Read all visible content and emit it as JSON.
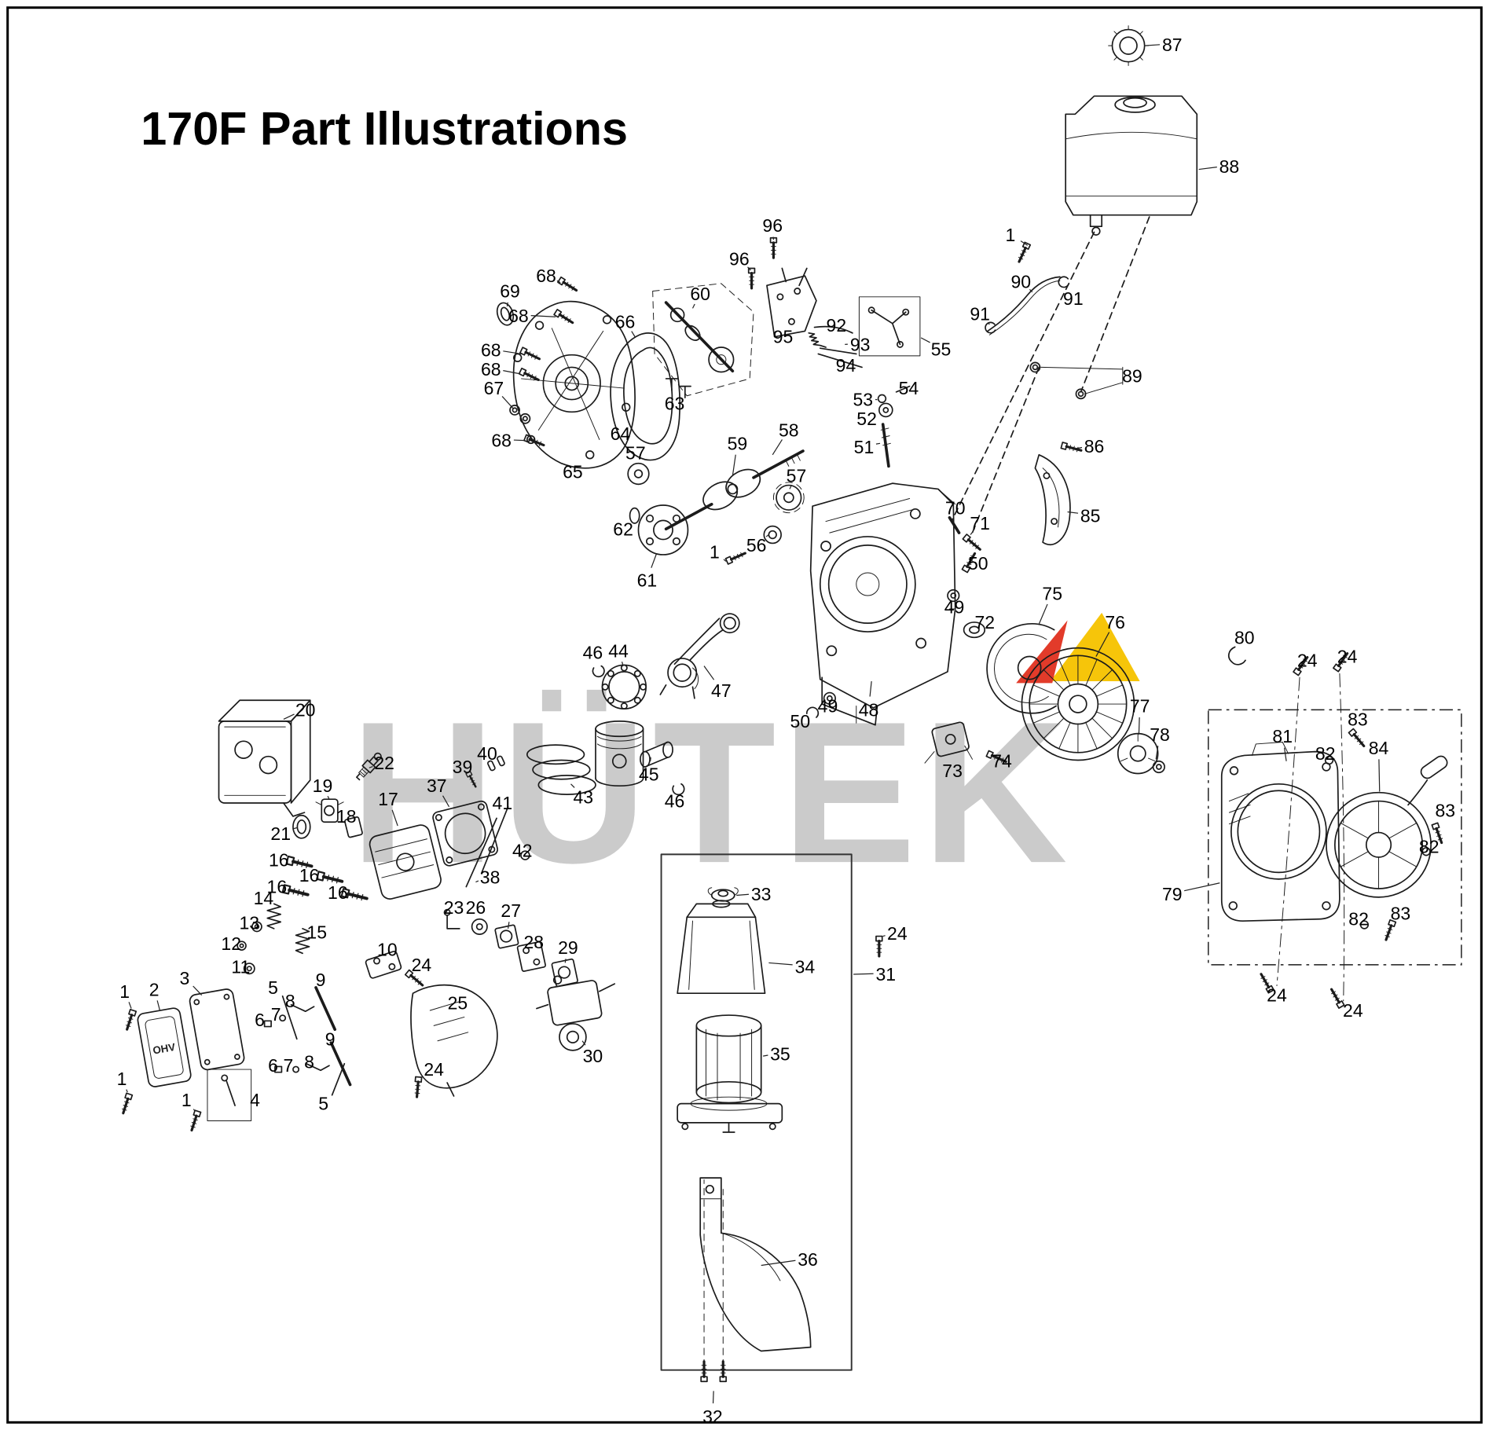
{
  "title": "170F Part Illustrations",
  "watermark": "HÜTEK",
  "labels": {
    "ohv": "OHV"
  },
  "colors": {
    "ink": "#1b1b1b",
    "watermark_gray": "#c7c7c7",
    "accent_yellow": "#f6c50a",
    "accent_red": "#e23b2a",
    "background": "#ffffff"
  },
  "callout_fields": [
    "label",
    "x",
    "y",
    "target_x",
    "target_y"
  ],
  "callouts": [
    [
      "87",
      1232,
      47,
      1203,
      48
    ],
    [
      "88",
      1292,
      175,
      1260,
      178
    ],
    [
      "96",
      812,
      237,
      813,
      252
    ],
    [
      "96",
      777,
      272,
      789,
      284
    ],
    [
      "1",
      1062,
      247,
      1080,
      258
    ],
    [
      "90",
      1073,
      296,
      1085,
      307
    ],
    [
      "91",
      1128,
      314,
      1119,
      302
    ],
    [
      "91",
      1030,
      330,
      1040,
      341
    ],
    [
      "68",
      574,
      290,
      589,
      297
    ],
    [
      "69",
      536,
      306,
      533,
      322
    ],
    [
      "68",
      545,
      332,
      584,
      333
    ],
    [
      "60",
      736,
      309,
      728,
      324
    ],
    [
      "95",
      823,
      354,
      826,
      340
    ],
    [
      "92",
      879,
      342,
      872,
      348
    ],
    [
      "93",
      904,
      362,
      888,
      362
    ],
    [
      "55",
      989,
      367,
      968,
      355
    ],
    [
      "94",
      889,
      384,
      884,
      378
    ],
    [
      "68",
      516,
      368,
      548,
      372
    ],
    [
      "68",
      516,
      388,
      547,
      393
    ],
    [
      "67",
      519,
      408,
      540,
      430
    ],
    [
      "66",
      657,
      338,
      668,
      355
    ],
    [
      "63",
      709,
      424,
      709,
      408
    ],
    [
      "54",
      955,
      408,
      948,
      408
    ],
    [
      "53",
      907,
      420,
      922,
      420
    ],
    [
      "52",
      911,
      440,
      924,
      436
    ],
    [
      "51",
      908,
      470,
      925,
      466
    ],
    [
      "89",
      1190,
      395,
      1180,
      395
    ],
    [
      "86",
      1150,
      469,
      1128,
      472
    ],
    [
      "68",
      527,
      463,
      552,
      463
    ],
    [
      "65",
      602,
      496,
      600,
      488
    ],
    [
      "64",
      652,
      456,
      662,
      452
    ],
    [
      "57",
      668,
      476,
      671,
      488
    ],
    [
      "58",
      829,
      452,
      812,
      478
    ],
    [
      "59",
      775,
      466,
      770,
      500
    ],
    [
      "85",
      1146,
      542,
      1122,
      538
    ],
    [
      "57",
      837,
      500,
      830,
      514
    ],
    [
      "62",
      655,
      556,
      666,
      548
    ],
    [
      "70",
      1004,
      534,
      1002,
      546
    ],
    [
      "71",
      1030,
      550,
      1020,
      562
    ],
    [
      "61",
      680,
      610,
      690,
      582
    ],
    [
      "1",
      751,
      580,
      763,
      590
    ],
    [
      "56",
      795,
      573,
      808,
      562
    ],
    [
      "50",
      1028,
      592,
      1018,
      600
    ],
    [
      "49",
      1003,
      638,
      1002,
      628
    ],
    [
      "72",
      1035,
      654,
      1028,
      660
    ],
    [
      "75",
      1106,
      624,
      1092,
      656
    ],
    [
      "76",
      1172,
      654,
      1152,
      690
    ],
    [
      "80",
      1308,
      670,
      1302,
      682
    ],
    [
      "24",
      1374,
      694,
      1368,
      704
    ],
    [
      "24",
      1416,
      690,
      1410,
      700
    ],
    [
      "46",
      623,
      686,
      628,
      698
    ],
    [
      "44",
      650,
      684,
      655,
      700
    ],
    [
      "47",
      758,
      726,
      740,
      700
    ],
    [
      "48",
      913,
      746,
      916,
      716
    ],
    [
      "49",
      870,
      742,
      872,
      734
    ],
    [
      "50",
      841,
      758,
      852,
      754
    ],
    [
      "20",
      321,
      746,
      298,
      756
    ],
    [
      "77",
      1198,
      742,
      1197,
      772
    ],
    [
      "78",
      1219,
      772,
      1215,
      798
    ],
    [
      "81",
      1348,
      774,
      1352,
      800
    ],
    [
      "83",
      1427,
      756,
      1422,
      766
    ],
    [
      "82",
      1393,
      792,
      1396,
      797
    ],
    [
      "84",
      1449,
      786,
      1450,
      832
    ],
    [
      "22",
      404,
      802,
      388,
      807
    ],
    [
      "19",
      339,
      826,
      346,
      840
    ],
    [
      "37",
      459,
      826,
      472,
      848
    ],
    [
      "39",
      486,
      806,
      494,
      813
    ],
    [
      "40",
      512,
      792,
      518,
      802
    ],
    [
      "41",
      528,
      844,
      530,
      851
    ],
    [
      "43",
      613,
      838,
      600,
      824
    ],
    [
      "45",
      682,
      814,
      684,
      796
    ],
    [
      "46",
      709,
      842,
      712,
      830
    ],
    [
      "21",
      295,
      876,
      312,
      870
    ],
    [
      "18",
      364,
      858,
      371,
      864
    ],
    [
      "17",
      408,
      840,
      418,
      868
    ],
    [
      "16",
      293,
      904,
      303,
      908
    ],
    [
      "16",
      325,
      920,
      335,
      924
    ],
    [
      "42",
      549,
      894,
      552,
      899
    ],
    [
      "38",
      515,
      922,
      500,
      927
    ],
    [
      "83",
      1519,
      852,
      1513,
      864
    ],
    [
      "82",
      1502,
      890,
      1500,
      893
    ],
    [
      "16",
      291,
      932,
      300,
      936
    ],
    [
      "16",
      355,
      938,
      362,
      941
    ],
    [
      "73",
      1001,
      810,
      998,
      796
    ],
    [
      "74",
      1053,
      800,
      1042,
      794
    ],
    [
      "79",
      1232,
      940,
      1282,
      928
    ],
    [
      "14",
      277,
      944,
      287,
      954
    ],
    [
      "13",
      262,
      970,
      270,
      973
    ],
    [
      "12",
      243,
      992,
      253,
      993
    ],
    [
      "15",
      333,
      980,
      322,
      982
    ],
    [
      "11",
      253,
      1016,
      261,
      1017
    ],
    [
      "23",
      477,
      954,
      474,
      963
    ],
    [
      "26",
      500,
      954,
      504,
      966
    ],
    [
      "27",
      537,
      957,
      534,
      976
    ],
    [
      "10",
      407,
      998,
      402,
      1010
    ],
    [
      "28",
      561,
      990,
      558,
      996
    ],
    [
      "29",
      597,
      996,
      594,
      1012
    ],
    [
      "33",
      800,
      940,
      774,
      941
    ],
    [
      "24",
      943,
      981,
      928,
      984
    ],
    [
      "34",
      846,
      1016,
      808,
      1012
    ],
    [
      "31",
      931,
      1024,
      897,
      1024
    ],
    [
      "82",
      1428,
      966,
      1432,
      971
    ],
    [
      "83",
      1472,
      960,
      1468,
      965
    ],
    [
      "24",
      443,
      1014,
      433,
      1022
    ],
    [
      "25",
      481,
      1054,
      488,
      1066
    ],
    [
      "2",
      162,
      1040,
      168,
      1062
    ],
    [
      "3",
      194,
      1028,
      212,
      1046
    ],
    [
      "1",
      131,
      1042,
      138,
      1060
    ],
    [
      "5",
      287,
      1038,
      297,
      1048
    ],
    [
      "9",
      337,
      1030,
      336,
      1040
    ],
    [
      "8",
      305,
      1052,
      311,
      1058
    ],
    [
      "7",
      290,
      1066,
      296,
      1069
    ],
    [
      "6",
      273,
      1072,
      281,
      1076
    ],
    [
      "9",
      347,
      1092,
      350,
      1100
    ],
    [
      "8",
      325,
      1116,
      327,
      1119
    ],
    [
      "7",
      303,
      1120,
      309,
      1123
    ],
    [
      "6",
      287,
      1120,
      292,
      1124
    ],
    [
      "35",
      820,
      1108,
      802,
      1110
    ],
    [
      "30",
      623,
      1110,
      612,
      1094
    ],
    [
      "24",
      456,
      1124,
      446,
      1130
    ],
    [
      "1",
      128,
      1134,
      134,
      1148
    ],
    [
      "1",
      196,
      1156,
      205,
      1168
    ],
    [
      "4",
      268,
      1156,
      264,
      1150
    ],
    [
      "5",
      340,
      1160,
      350,
      1150
    ],
    [
      "24",
      1342,
      1046,
      1340,
      1040
    ],
    [
      "24",
      1422,
      1062,
      1416,
      1054
    ],
    [
      "36",
      849,
      1324,
      800,
      1330
    ],
    [
      "32",
      749,
      1489,
      750,
      1462
    ]
  ]
}
